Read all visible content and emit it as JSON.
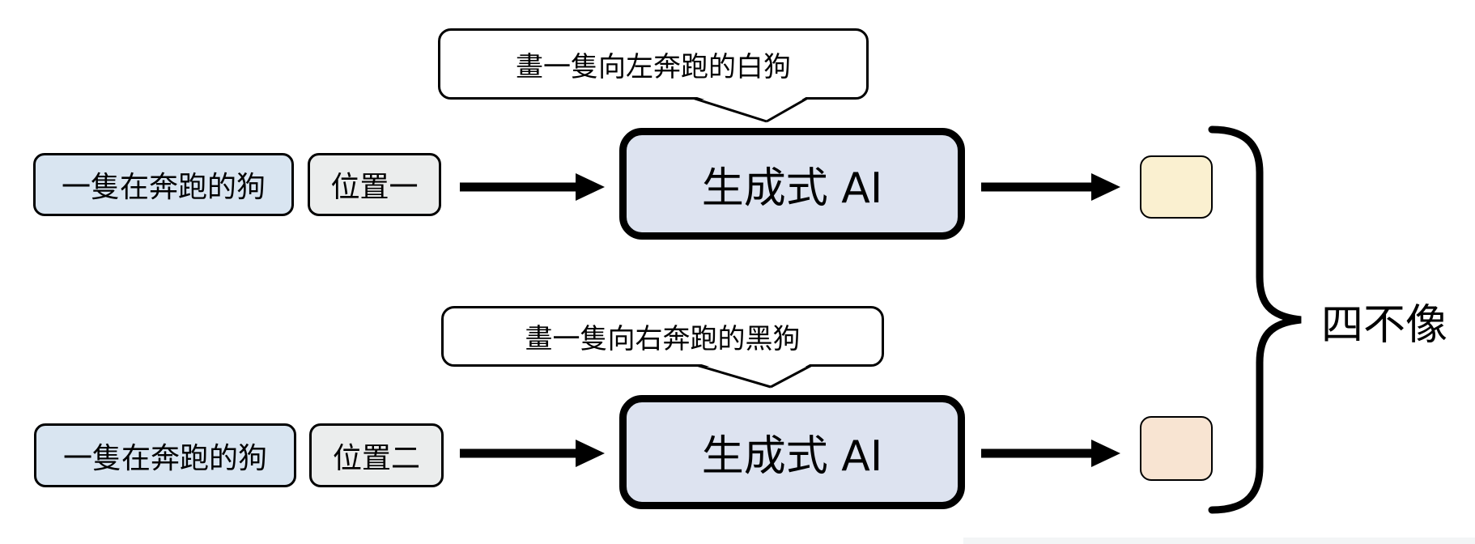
{
  "rows": [
    {
      "input_label": "一隻在奔跑的狗",
      "position_label": "位置一",
      "prompt_bubble": "畫一隻向左奔跑的白狗",
      "model_label": "生成式 AI",
      "output_swatch_color": "#FAF0D0"
    },
    {
      "input_label": "一隻在奔跑的狗",
      "position_label": "位置二",
      "prompt_bubble": "畫一隻向右奔跑的黑狗",
      "model_label": "生成式 AI",
      "output_swatch_color": "#F8E4D2"
    }
  ],
  "brace_label": "四不像",
  "colors": {
    "input_box_bg": "#D9E5F1",
    "position_box_bg": "#EBEDED",
    "model_box_bg": "#DDE3F0",
    "stroke": "#000000"
  }
}
